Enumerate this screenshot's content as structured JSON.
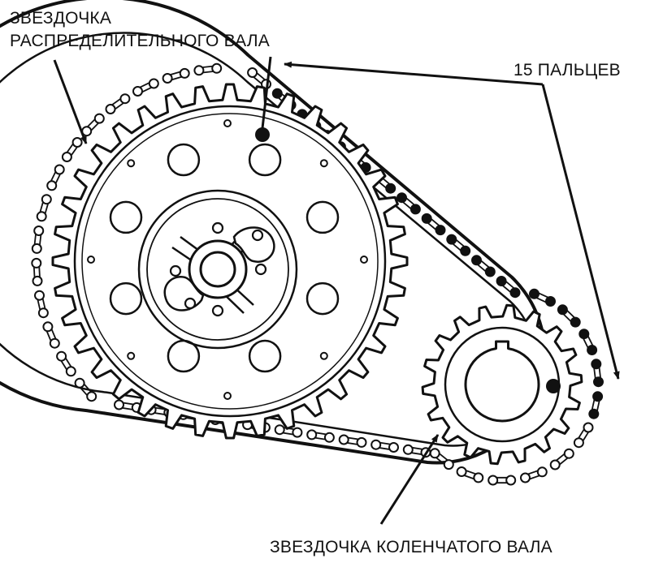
{
  "labels": {
    "camshaft_line1": "ЗВЕЗДОЧКА",
    "camshaft_line2": "РАСПРЕДЕЛИТЕЛЬНОГО ВАЛА",
    "pins": "15 ПАЛЬЦЕВ",
    "crankshaft": "ЗВЕЗДОЧКА КОЛЕНЧАТОГО ВАЛА"
  },
  "camshaft_sprocket": {
    "lightening_holes": 8
  },
  "crankshaft_sprocket": {
    "keyway": true
  },
  "chain": {
    "highlighted_pins": 15
  }
}
